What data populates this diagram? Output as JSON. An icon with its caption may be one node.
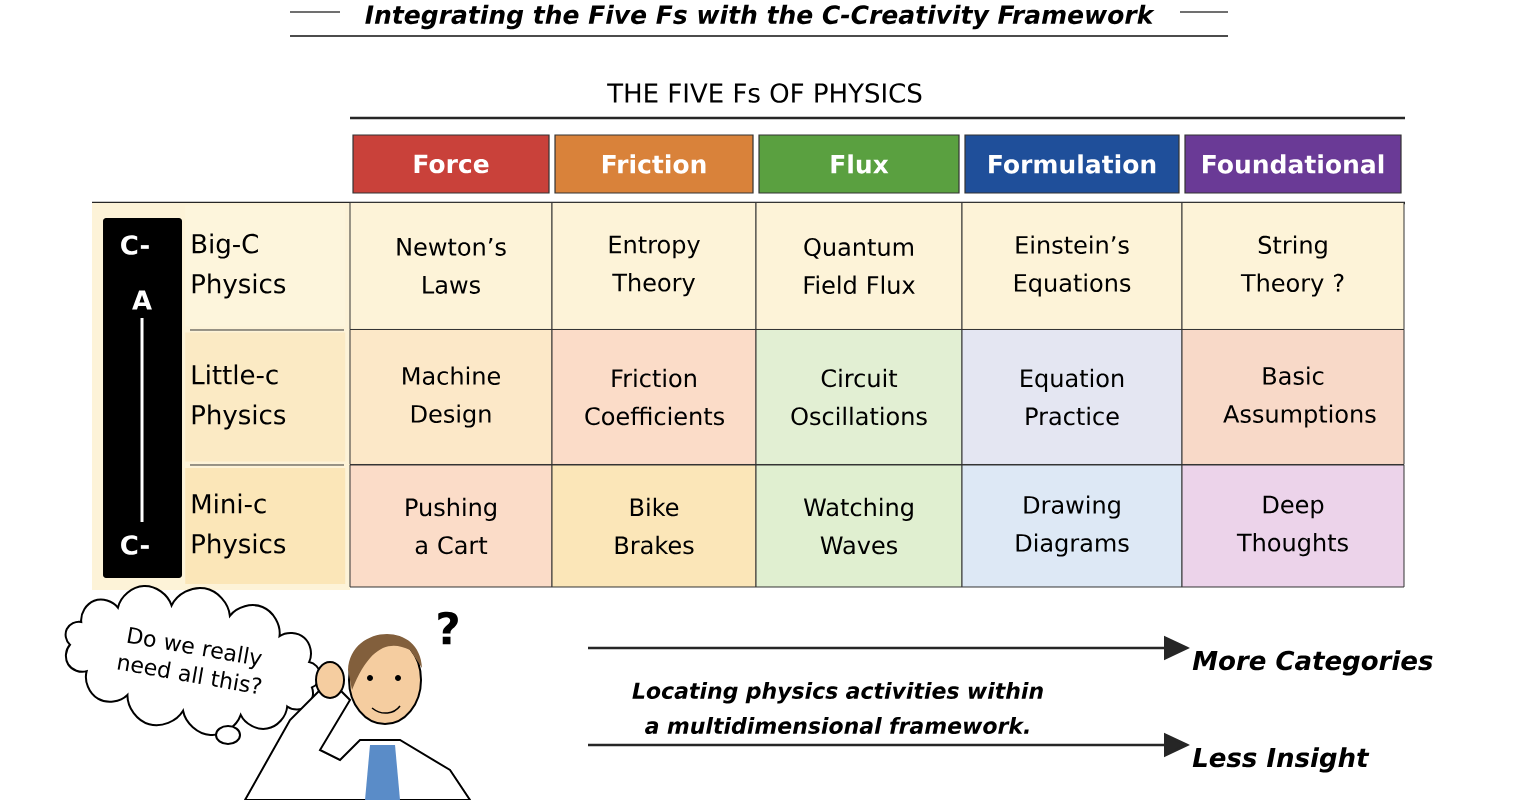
{
  "diagram": {
    "title": "Integrating the Five Fs with the C-Creativity Framework",
    "nodes": [
      {
        "text": [
          "Force"
        ]
      },
      {
        "text": [
          "Friction"
        ]
      },
      {
        "text": [
          "Flux"
        ]
      },
      {
        "text": [
          "Formulation"
        ]
      },
      {
        "text": [
          "Foundational"
        ]
      },
      {
        "text": [
          "Big-C Physics"
        ]
      },
      {
        "text": [
          "Newton’s Laws"
        ]
      },
      {
        "text": [
          "Entropy Theory"
        ]
      },
      {
        "text": [
          "Quantum Field Flux"
        ]
      },
      {
        "text": [
          "Einstein’s Equations"
        ]
      },
      {
        "text": [
          "String Theory ?"
        ]
      },
      {
        "text": [
          "Little-c Physics"
        ]
      },
      {
        "text": [
          "Machine Design"
        ]
      },
      {
        "text": [
          "Friction Coefficients"
        ]
      },
      {
        "text": [
          "Circuit Oscillations"
        ]
      },
      {
        "text": [
          "Equation Practice"
        ]
      },
      {
        "text": [
          "Basic Assumptions"
        ]
      },
      {
        "text": [
          "Mini-c Physics"
        ]
      },
      {
        "text": [
          "Pushing a Cart"
        ]
      },
      {
        "text": [
          "Bike Brakes"
        ]
      },
      {
        "text": [
          "Watching Waves"
        ]
      },
      {
        "text": [
          "Drawing Diagrams"
        ]
      },
      {
        "text": [
          "Deep Thoughts"
        ]
      },
      {
        "text": [
          "Do we really need all this?"
        ]
      },
      {
        "text": [
          "More Categories"
        ]
      },
      {
        "text": [
          "Less Insight"
        ]
      }
    ],
    "edges": [
      {
        "from": null,
        "to": 24,
        "arrow": "to"
      },
      {
        "from": null,
        "to": 25,
        "arrow": "to"
      }
    ],
    "labels": [
      "THE FIVE Fs OF PHYSICS",
      "C-",
      "A",
      "C-",
      "?",
      "Locating physics activities within a multidimensional framework."
    ]
  }
}
